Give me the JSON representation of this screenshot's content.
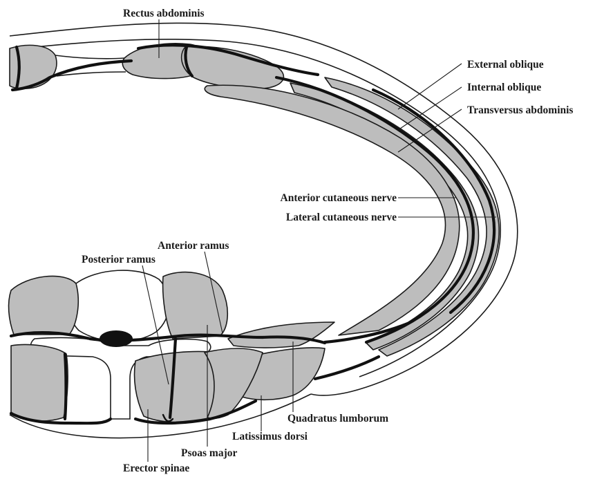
{
  "labels": {
    "rectus_abdominis": "Rectus abdominis",
    "external_oblique": "External oblique",
    "internal_oblique": "Internal oblique",
    "transversus_abdominis": "Transversus abdominis",
    "anterior_cutaneous_nerve": "Anterior cutaneous nerve",
    "lateral_cutaneous_nerve": "Lateral cutaneous nerve",
    "anterior_ramus": "Anterior ramus",
    "posterior_ramus": "Posterior ramus",
    "quadratus_lumborum": "Quadratus lumborum",
    "latissimus_dorsi": "Latissimus dorsi",
    "psoas_major": "Psoas major",
    "erector_spinae": "Erector spinae"
  },
  "colors": {
    "muscle_fill": "#bdbdbd",
    "line": "#1a1a1a",
    "background": "#ffffff"
  }
}
